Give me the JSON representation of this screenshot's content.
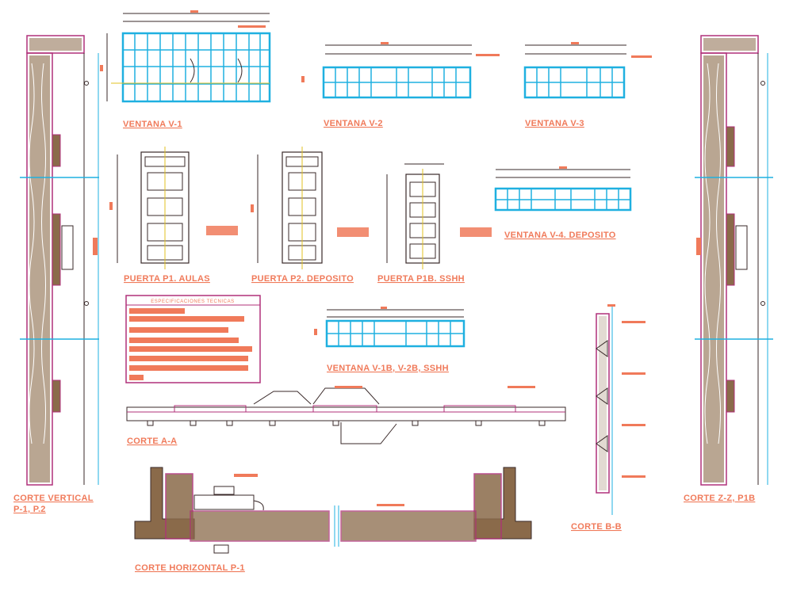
{
  "labels": {
    "ventana_v1": "VENTANA V-1",
    "ventana_v2": "VENTANA V-2",
    "ventana_v3": "VENTANA V-3",
    "ventana_v4": "VENTANA V-4. DEPOSITO",
    "ventana_v1b": "VENTANA V-1B, V-2B, SSHH",
    "puerta_p1": "PUERTA P1. AULAS",
    "puerta_p2": "PUERTA P2. DEPOSITO",
    "puerta_p1b": "PUERTA P1B. SSHH",
    "corte_aa": "CORTE A-A",
    "corte_bb": "CORTE B-B",
    "corte_vertical_1": "CORTE VERTICAL",
    "corte_vertical_2": "P-1, P.2",
    "corte_zz": "CORTE Z-Z, P1B",
    "corte_horizontal": "CORTE HORIZONTAL P-1",
    "specs_title": "ESPECIFICACIONES TECNICAS"
  },
  "colors": {
    "orange": "#f07a5a",
    "cyan": "#1fb0e0",
    "magenta": "#b0307a",
    "wood": "#8a6a4a",
    "dark": "#3a2a2a"
  }
}
